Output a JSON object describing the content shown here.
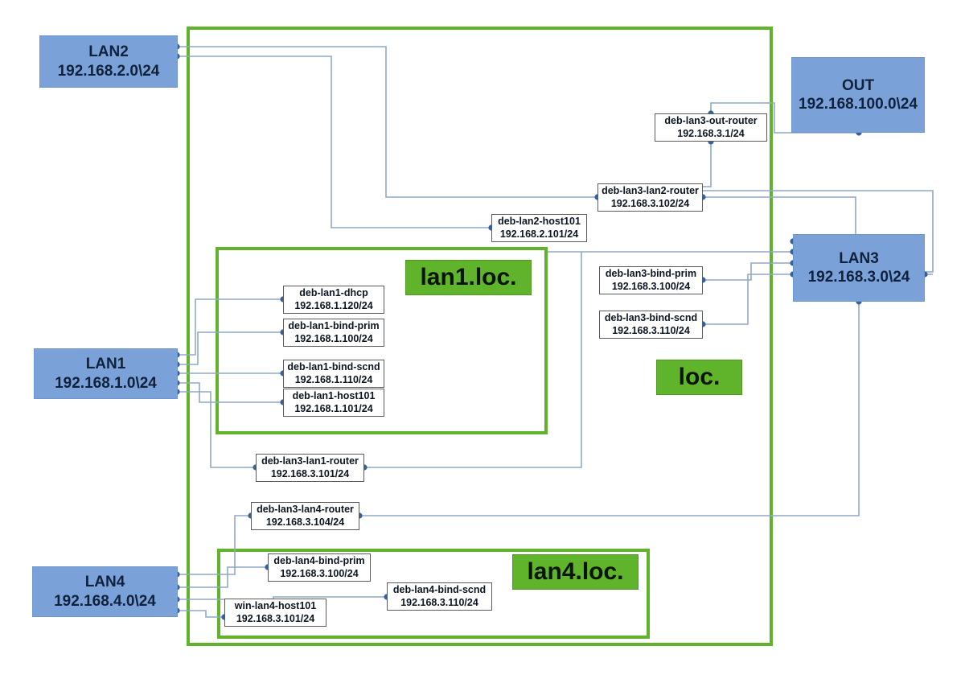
{
  "diagram": {
    "title": "Network topology LAN1-LAN4 with bind/dhcp servers and routers",
    "colors": {
      "lan_fill": "#7BA2D8",
      "zone_border": "#62B32C",
      "tag_fill": "#5FB42B",
      "wire": "#8FA9C6",
      "dot": "#35619E",
      "node_border": "#5B5B5B"
    }
  },
  "zones": {
    "outer": {
      "label": "outer-boundary"
    },
    "lan1": {
      "label": "lan1-zone"
    },
    "lan4": {
      "label": "lan4-zone"
    }
  },
  "tags": [
    {
      "key": "lan1",
      "text": "lan1.loc.",
      "font": "30px"
    },
    {
      "key": "loc",
      "text": "loc.",
      "font": "30px"
    },
    {
      "key": "lan4",
      "text": "lan4.loc.",
      "font": "30px"
    }
  ],
  "lans": [
    {
      "key": "lan2",
      "name": "LAN2",
      "cidr": "192.168.2.0\\24"
    },
    {
      "key": "out",
      "name": "OUT",
      "cidr": "192.168.100.0\\24"
    },
    {
      "key": "lan3",
      "name": "LAN3",
      "cidr": "192.168.3.0\\24"
    },
    {
      "key": "lan1",
      "name": "LAN1",
      "cidr": "192.168.1.0\\24"
    },
    {
      "key": "lan4",
      "name": "LAN4",
      "cidr": "192.168.4.0\\24"
    }
  ],
  "nodes": [
    {
      "key": "out_router",
      "name": "deb-lan3-out-router",
      "ip": "192.168.3.1/24"
    },
    {
      "key": "lan2_router",
      "name": "deb-lan3-lan2-router",
      "ip": "192.168.3.102/24"
    },
    {
      "key": "lan2_host101",
      "name": "deb-lan2-host101",
      "ip": "192.168.2.101/24"
    },
    {
      "key": "lan1_dhcp",
      "name": "deb-lan1-dhcp",
      "ip": "192.168.1.120/24"
    },
    {
      "key": "lan1_bind_prim",
      "name": "deb-lan1-bind-prim",
      "ip": "192.168.1.100/24"
    },
    {
      "key": "lan1_bind_scnd",
      "name": "deb-lan1-bind-scnd",
      "ip": "192.168.1.110/24"
    },
    {
      "key": "lan1_host101",
      "name": "deb-lan1-host101",
      "ip": "192.168.1.101/24"
    },
    {
      "key": "lan3_bind_prim",
      "name": "deb-lan3-bind-prim",
      "ip": "192.168.3.100/24"
    },
    {
      "key": "lan3_bind_scnd",
      "name": "deb-lan3-bind-scnd",
      "ip": "192.168.3.110/24"
    },
    {
      "key": "lan1_router",
      "name": "deb-lan3-lan1-router",
      "ip": "192.168.3.101/24"
    },
    {
      "key": "lan4_router",
      "name": "deb-lan3-lan4-router",
      "ip": "192.168.3.104/24"
    },
    {
      "key": "lan4_bind_prim",
      "name": "deb-lan4-bind-prim",
      "ip": "192.168.3.100/24"
    },
    {
      "key": "lan4_bind_scnd",
      "name": "deb-lan4-bind-scnd",
      "ip": "192.168.3.110/24"
    },
    {
      "key": "win_lan4_host101",
      "name": "win-lan4-host101",
      "ip": "192.168.3.101/24"
    }
  ]
}
